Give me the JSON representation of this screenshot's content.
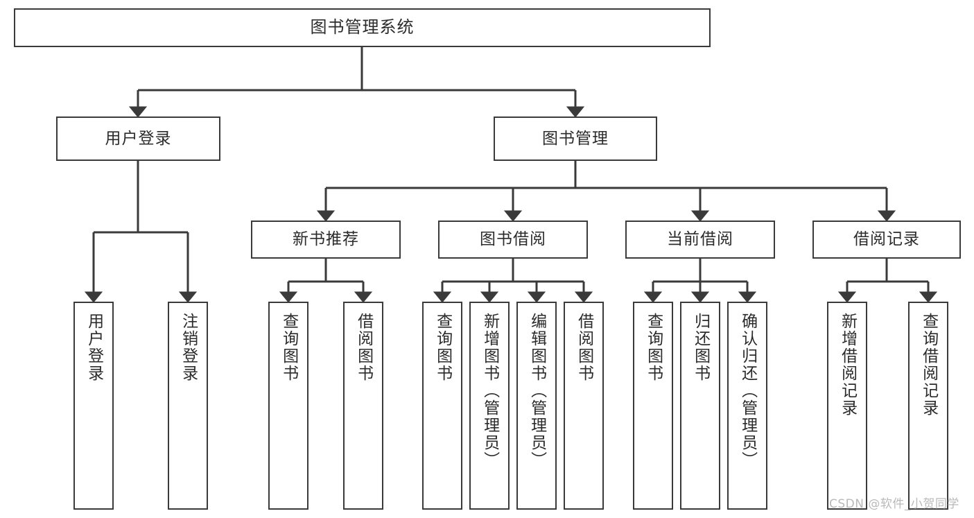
{
  "diagram": {
    "type": "tree-hierarchy",
    "title": "图书管理系统",
    "watermark": "CSDN @软件_小贺同学",
    "colors": {
      "node_border": "#3a3a3a",
      "node_fill": "#ffffff",
      "edge": "#3a3a3a",
      "text": "#2b2b2b",
      "watermark": "#b9b9b9"
    },
    "nodes": {
      "root": {
        "id": "root",
        "label": "图书管理系统",
        "level": 1
      },
      "l2": [
        {
          "id": "user-login",
          "label": "用户登录",
          "level": 2
        },
        {
          "id": "book-manage",
          "label": "图书管理",
          "level": 2
        }
      ],
      "l3": [
        {
          "id": "new-book-rec",
          "label": "新书推荐",
          "level": 3,
          "parent": "book-manage"
        },
        {
          "id": "book-borrow",
          "label": "图书借阅",
          "level": 3,
          "parent": "book-manage"
        },
        {
          "id": "current-borrow",
          "label": "当前借阅",
          "level": 3,
          "parent": "book-manage"
        },
        {
          "id": "borrow-record",
          "label": "借阅记录",
          "level": 3,
          "parent": "book-manage"
        }
      ],
      "leaves": [
        {
          "id": "leaf-user-login",
          "label": "用户登录",
          "parent": "user-login"
        },
        {
          "id": "leaf-user-logout",
          "label": "注销登录",
          "parent": "user-login"
        },
        {
          "id": "leaf-query-book-1",
          "label": "查询图书",
          "parent": "new-book-rec"
        },
        {
          "id": "leaf-borrow-book-1",
          "label": "借阅图书",
          "parent": "new-book-rec"
        },
        {
          "id": "leaf-query-book-2",
          "label": "查询图书",
          "parent": "book-borrow"
        },
        {
          "id": "leaf-add-book",
          "label": "新增图书（管理员）",
          "parent": "book-borrow"
        },
        {
          "id": "leaf-edit-book",
          "label": "编辑图书（管理员）",
          "parent": "book-borrow"
        },
        {
          "id": "leaf-borrow-book-2",
          "label": "借阅图书",
          "parent": "book-borrow"
        },
        {
          "id": "leaf-query-book-3",
          "label": "查询图书",
          "parent": "current-borrow"
        },
        {
          "id": "leaf-return-book",
          "label": "归还图书",
          "parent": "current-borrow"
        },
        {
          "id": "leaf-confirm-return",
          "label": "确认归还（管理员）",
          "parent": "current-borrow"
        },
        {
          "id": "leaf-add-record",
          "label": "新增借阅记录",
          "parent": "borrow-record"
        },
        {
          "id": "leaf-query-record",
          "label": "查询借阅记录",
          "parent": "borrow-record"
        }
      ]
    }
  }
}
